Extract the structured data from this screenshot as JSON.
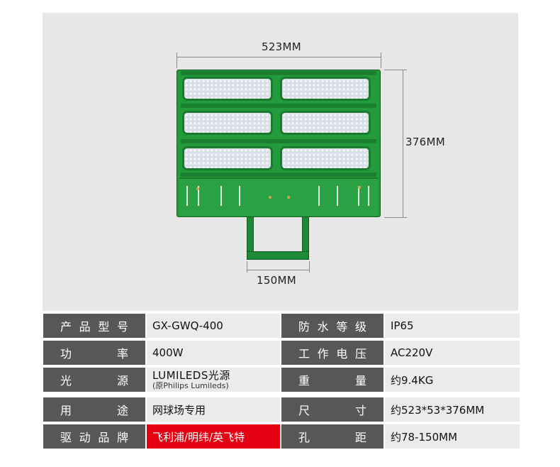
{
  "dimensions": {
    "width": "523MM",
    "height": "376MM",
    "bracket": "150MM"
  },
  "specs": [
    {
      "left_label": [
        "产",
        "品",
        "型",
        "号"
      ],
      "left_value": "GX-GWQ-400",
      "right_label": [
        "防",
        "水",
        "等",
        "级"
      ],
      "right_value": "IP65"
    },
    {
      "left_label": [
        "功",
        "率"
      ],
      "left_value": "400W",
      "right_label": [
        "工",
        "作",
        "电",
        "压"
      ],
      "right_value": "AC220V"
    },
    {
      "left_label": [
        "光",
        "源"
      ],
      "left_value": "LUMILEDS光源",
      "left_note": "(原Philips Lumileds)",
      "right_label": [
        "重",
        "量"
      ],
      "right_value": "约9.4KG"
    },
    {
      "left_label": [
        "用",
        "途"
      ],
      "left_value": "网球场专用",
      "right_label": [
        "尺",
        "寸"
      ],
      "right_value": "约523*53*376MM"
    },
    {
      "left_label": [
        "驱",
        "动",
        "品",
        "牌"
      ],
      "left_value": "飞利浦/明纬/英飞特",
      "right_label": [
        "孔",
        "距"
      ],
      "right_value": "约78-150MM"
    }
  ],
  "colors": {
    "label_bg": "#575757",
    "value_bg": "#ebebeb",
    "highlight_bg": "#e50012",
    "lamp_green": "#239a3b"
  }
}
